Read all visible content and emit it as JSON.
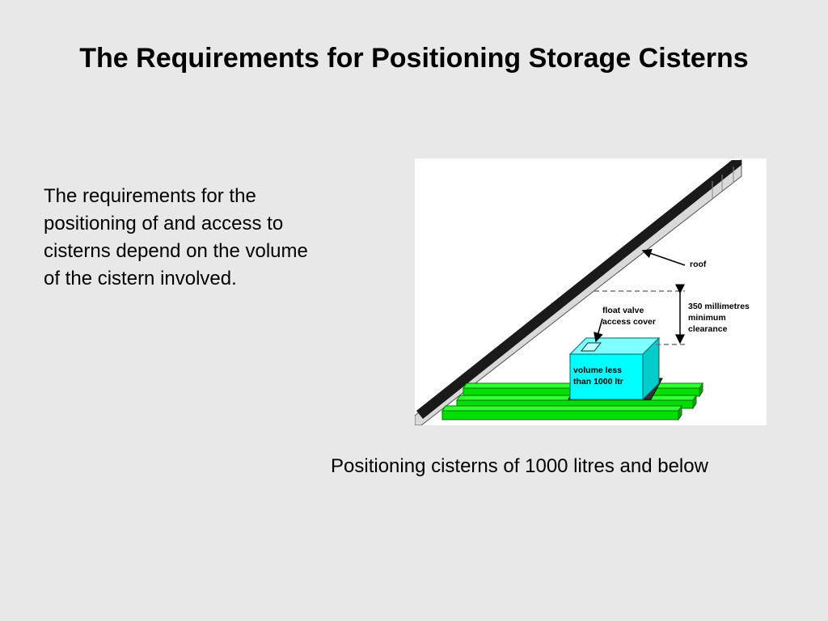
{
  "slide": {
    "title": "The Requirements for Positioning Storage Cisterns",
    "body_text": "The requirements for the positioning of and access to cisterns depend on the volume of the cistern involved.",
    "caption": "Positioning cisterns of 1000 litres and below"
  },
  "diagram": {
    "roof_label": "roof",
    "float_valve_label_line1": "float valve",
    "float_valve_label_line2": "access cover",
    "clearance_label_line1": "350 millimetres",
    "clearance_label_line2": "minimum",
    "clearance_label_line3": "clearance",
    "cistern_label_line1": "volume less",
    "cistern_label_line2": "than 1000 ltr",
    "colors": {
      "cistern": "#00ffff",
      "joists": "#00ee00",
      "roof": "#1a1a1a",
      "background": "#e8e8e8"
    }
  }
}
